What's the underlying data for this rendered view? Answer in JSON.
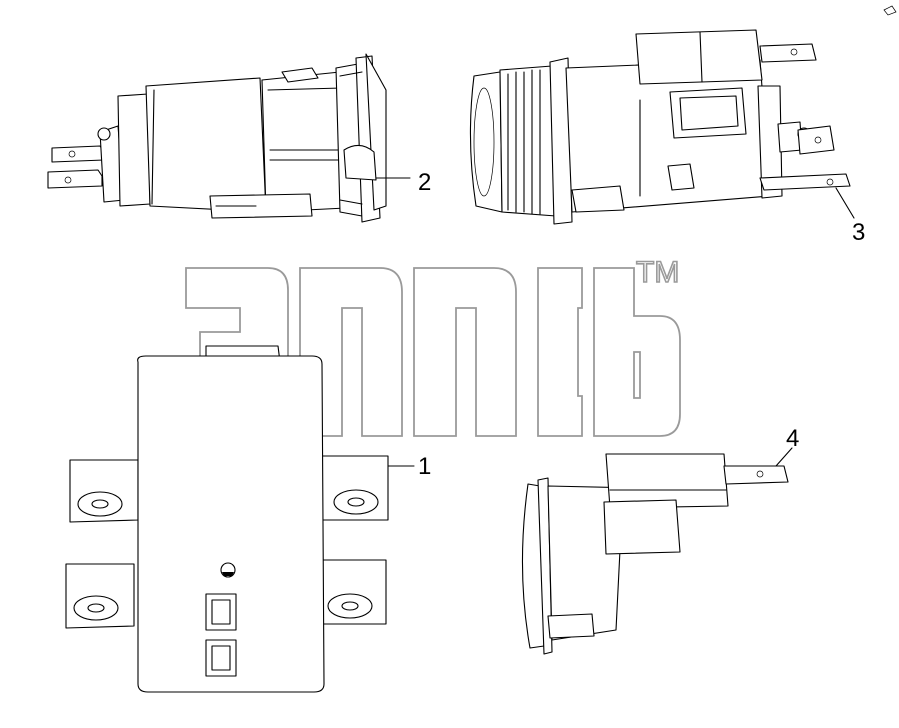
{
  "callouts": {
    "c1": "1",
    "c2": "2",
    "c3": "3",
    "c4": "4"
  },
  "watermark": {
    "trademark": "TM",
    "outline_color": "#9a9a9a"
  },
  "colors": {
    "line": "#000000",
    "background": "#ffffff"
  }
}
